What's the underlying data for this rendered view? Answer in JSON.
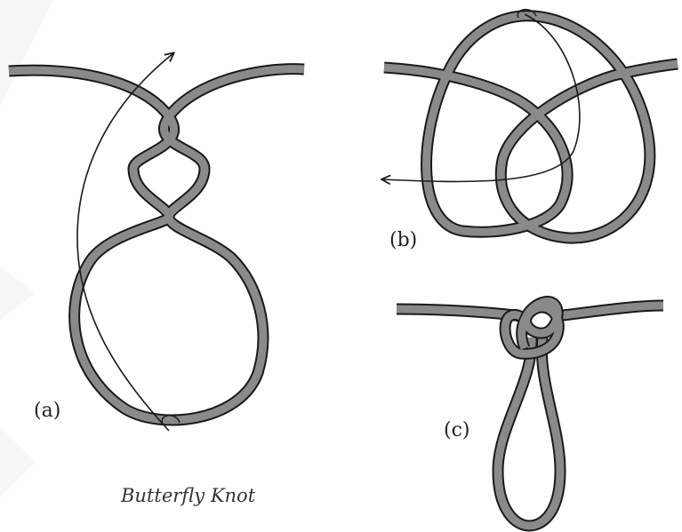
{
  "labels": {
    "a": "(a)",
    "b": "(b)",
    "c": "(c)"
  },
  "caption": "Butterfly Knot",
  "colors": {
    "rope_fill": "#8a8a8a",
    "rope_outline": "#1a1a1a",
    "arrow": "#1a1a1a",
    "background": "#ffffff"
  }
}
